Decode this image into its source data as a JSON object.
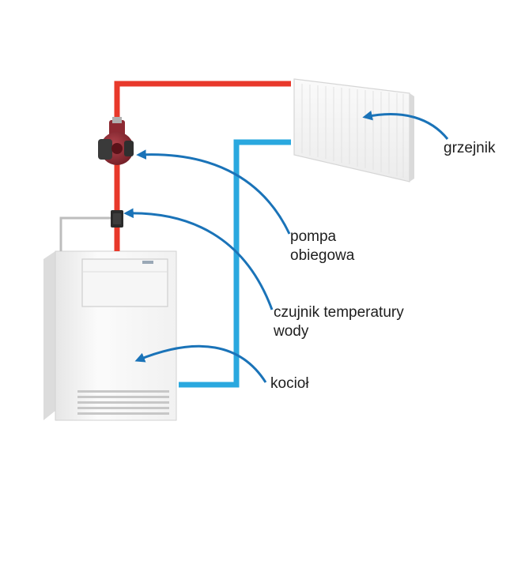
{
  "labels": {
    "radiator": "grzejnik",
    "pump_line1": "pompa",
    "pump_line2": "obiegowa",
    "sensor_line1": "czujnik temperatury",
    "sensor_line2": "wody",
    "boiler": "kocioł"
  },
  "colors": {
    "supply_pipe": "#e8392b",
    "return_pipe": "#2aa8df",
    "arrow": "#1a73b8",
    "pump_body": "#8d2a33",
    "text": "#1e1e1e"
  }
}
